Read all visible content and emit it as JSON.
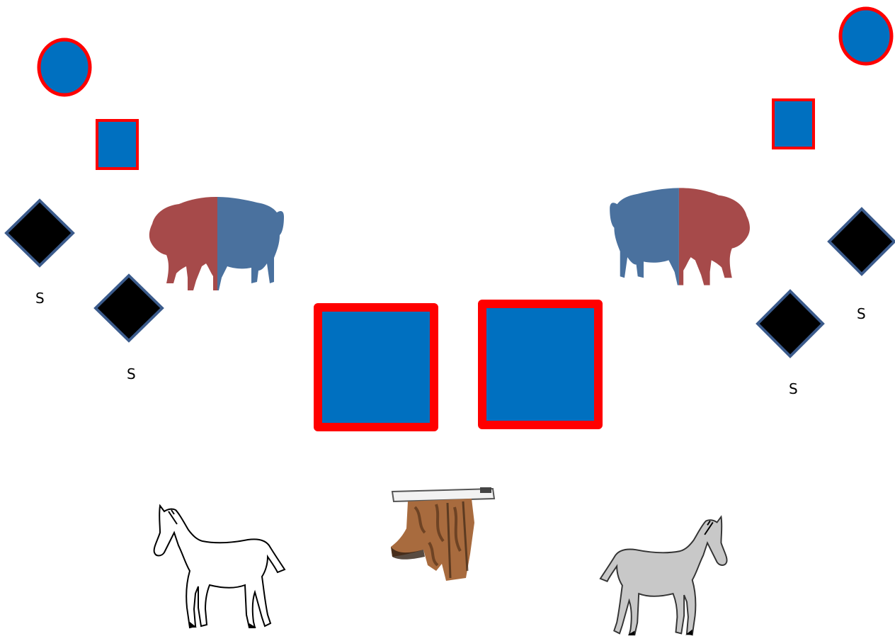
{
  "labels": {
    "s1": "S",
    "s2": "S",
    "s3": "S",
    "s4": "S"
  },
  "colors": {
    "blue": "#0070C0",
    "red": "#FF0000",
    "diamond_fill": "#000000",
    "diamond_stroke": "#3B5B8C",
    "bison_red": "#9E3B3B",
    "bison_blue": "#3B6596",
    "horse_gray": "#C8C8C8"
  },
  "icons": [
    "circle",
    "square",
    "diamond",
    "bison",
    "horse",
    "stone-table"
  ]
}
